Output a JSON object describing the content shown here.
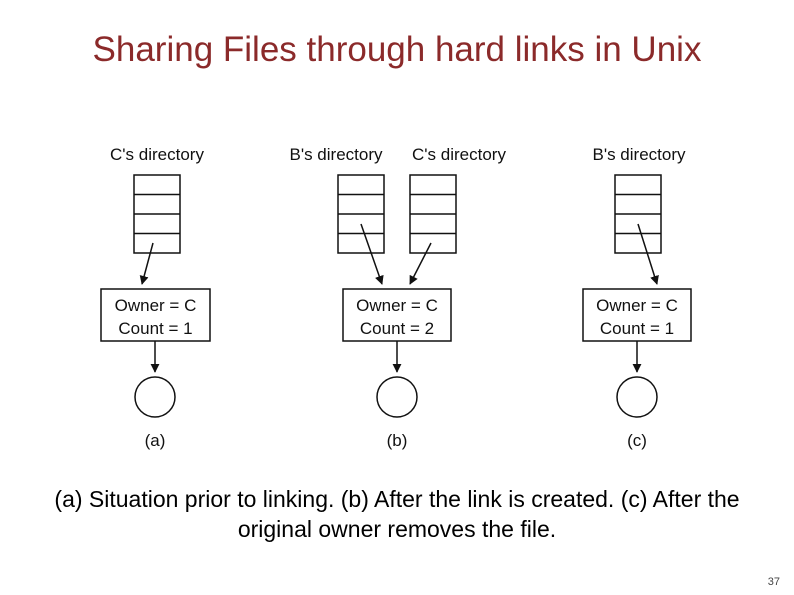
{
  "slide": {
    "title": "Sharing Files through hard links in Unix",
    "caption_line1": "(a) Situation prior to linking. (b) After the link is created. (c) After the",
    "caption_line2": "original owner removes the file.",
    "page_number": "37"
  },
  "diagram": {
    "panels": [
      {
        "label": "(a)",
        "directories": [
          "C's directory"
        ],
        "inode": {
          "owner": "Owner = C",
          "count": "Count = 1"
        }
      },
      {
        "label": "(b)",
        "directories": [
          "B's directory",
          "C's directory"
        ],
        "inode": {
          "owner": "Owner = C",
          "count": "Count = 2"
        }
      },
      {
        "label": "(c)",
        "directories": [
          "B's directory"
        ],
        "inode": {
          "owner": "Owner = C",
          "count": "Count = 1"
        }
      }
    ]
  },
  "colors": {
    "title": "#8b2a2a",
    "line": "#111111",
    "background": "#ffffff"
  }
}
